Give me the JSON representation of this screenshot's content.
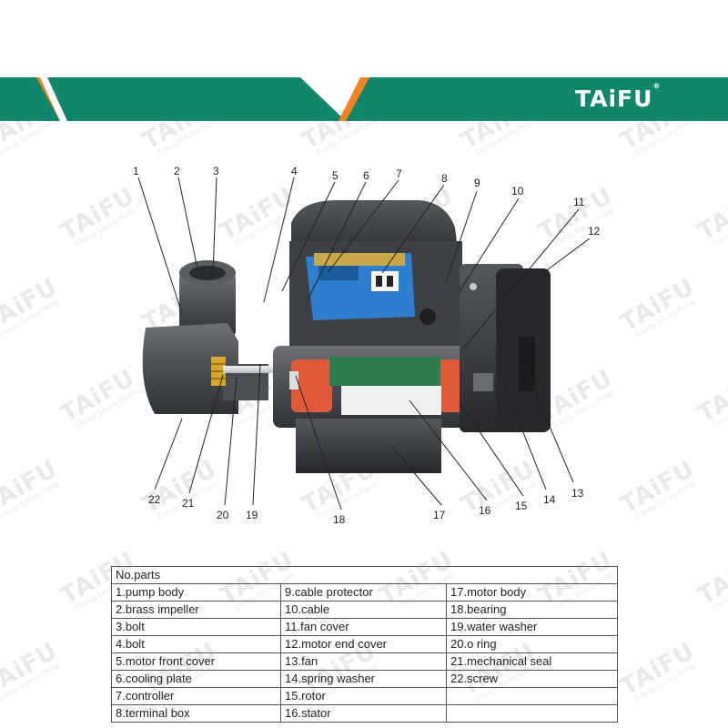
{
  "header": {
    "title": "Structure",
    "brand": "TAiFU",
    "brand_mark": "®"
  },
  "watermark": {
    "brand": "TAiFU",
    "tagline": "Energy Saving Pump"
  },
  "colors": {
    "brand_green": "#10866a",
    "accent_orange": "#f58220"
  },
  "callouts": [
    "1",
    "2",
    "3",
    "4",
    "5",
    "6",
    "7",
    "8",
    "9",
    "10",
    "11",
    "12",
    "13",
    "14",
    "15",
    "16",
    "17",
    "18",
    "19",
    "20",
    "21",
    "22"
  ],
  "table": {
    "header": "No.parts",
    "rows": [
      [
        "1.pump body",
        "9.cable protector",
        "17.motor body"
      ],
      [
        "2.brass impeller",
        "10.cable",
        "18.bearing"
      ],
      [
        "3.bolt",
        "11.fan cover",
        "19.water washer"
      ],
      [
        "4.bolt",
        "12.motor end cover",
        "20.o ring"
      ],
      [
        "5.motor front cover",
        "13.fan",
        "21.mechanical seal"
      ],
      [
        "6.cooling plate",
        "14.spring washer",
        "22.screw"
      ],
      [
        "7.controller",
        "15.rotor",
        ""
      ],
      [
        "8.terminal box",
        "16.stator",
        ""
      ]
    ]
  }
}
